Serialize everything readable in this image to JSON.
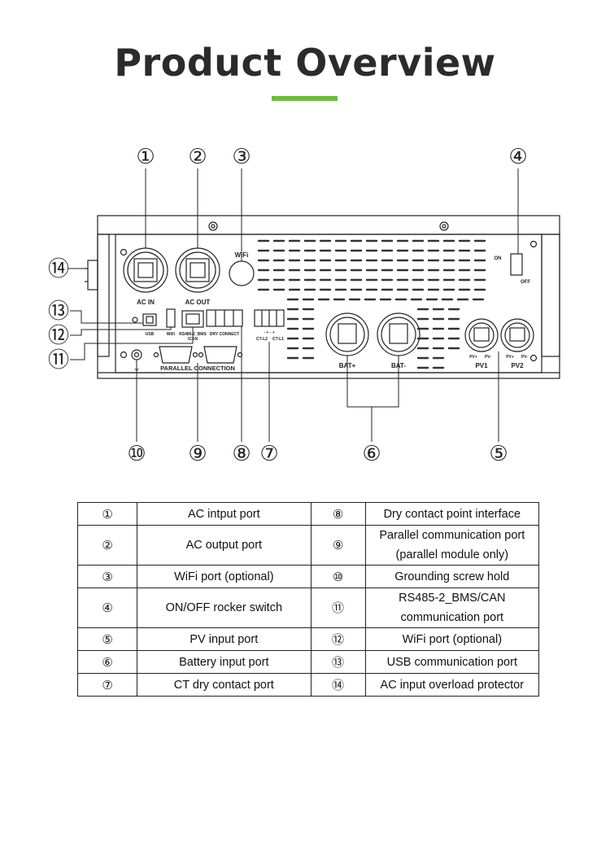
{
  "page": {
    "title": "Product Overview",
    "accent_color": "#6cbf3a"
  },
  "device_labels": {
    "wifi": "WiFi",
    "on": "ON",
    "off": "OFF",
    "ac_in": "AC IN",
    "ac_out": "AC OUT",
    "usb": "USB",
    "wifi_small": "WiFi",
    "rs485_line1": "RS485-2_BMS",
    "rs485_line2": "/CAN",
    "dry_connect": "DRY CONNECT",
    "ct_l2": "CT-L2",
    "ct_l1": "CT-L1",
    "ct_signs": "- + - +",
    "bat_plus": "BAT+",
    "bat_minus": "BAT-",
    "pv_plus": "PV+",
    "pv_minus": "PV-",
    "pv1": "PV1",
    "pv2": "PV2",
    "parallel": "PARALLEL CONNECTION"
  },
  "callouts": [
    "①",
    "②",
    "③",
    "④",
    "⑤",
    "⑥",
    "⑦",
    "⑧",
    "⑨",
    "⑩",
    "⑪",
    "⑫",
    "⑬",
    "⑭"
  ],
  "legend": [
    {
      "num_left": "①",
      "desc_left": "AC intput port",
      "num_right": "⑧",
      "desc_right": "Dry contact point interface"
    },
    {
      "num_left": "②",
      "desc_left": "AC output port",
      "num_right": "⑨",
      "desc_right": "Parallel communication port (parallel module only)"
    },
    {
      "num_left": "③",
      "desc_left": "WiFi port  (optional)",
      "num_right": "⑩",
      "desc_right": "Grounding screw hold"
    },
    {
      "num_left": "④",
      "desc_left": "ON/OFF rocker switch",
      "num_right": "⑪",
      "desc_right": "RS485-2_BMS/CAN communication port"
    },
    {
      "num_left": "⑤",
      "desc_left": "PV input port",
      "num_right": "⑫",
      "desc_right": "WiFi port  (optional)"
    },
    {
      "num_left": "⑥",
      "desc_left": "Battery input port",
      "num_right": "⑬",
      "desc_right": "USB communication port"
    },
    {
      "num_left": "⑦",
      "desc_left": "CT dry contact port",
      "num_right": "⑭",
      "desc_right": "AC input overload protector"
    }
  ]
}
